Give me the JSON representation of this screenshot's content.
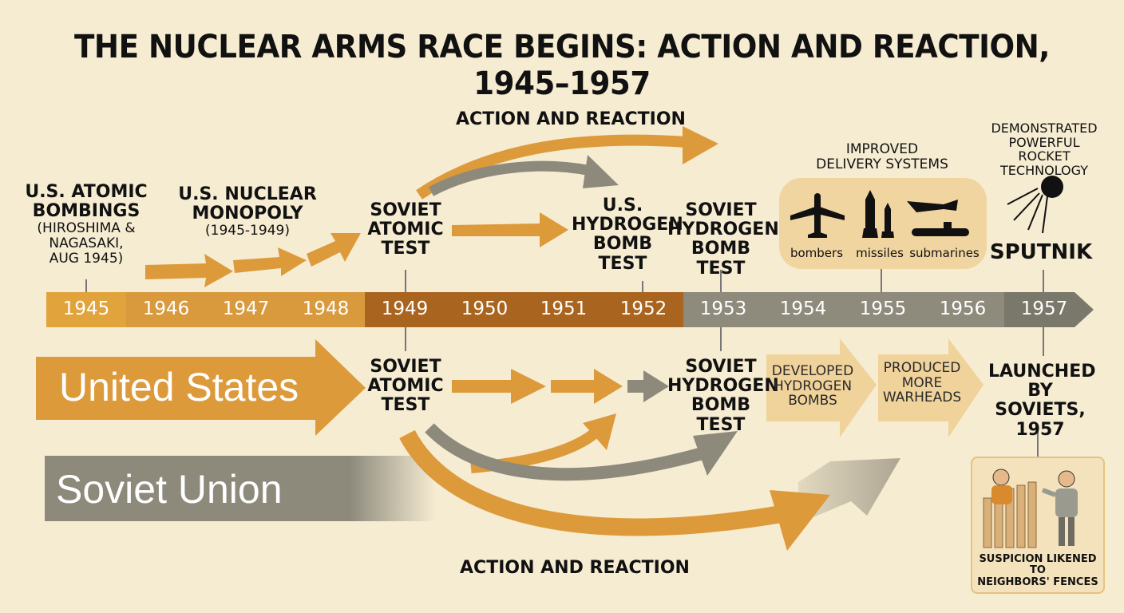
{
  "title": "THE NUCLEAR ARMS RACE BEGINS: ACTION AND REACTION, 1945–1957",
  "top_cycle_label": "ACTION AND REACTION",
  "bottom_cycle_label": "ACTION AND REACTION",
  "timeline": {
    "years": [
      "1945",
      "1946",
      "1947",
      "1948",
      "1949",
      "1950",
      "1951",
      "1952",
      "1953",
      "1954",
      "1955",
      "1956",
      "1957"
    ]
  },
  "lanes": {
    "us": "United States",
    "soviet": "Soviet Union"
  },
  "top_events": {
    "us_bombings": {
      "line1": "U.S. ATOMIC",
      "line2": "BOMBINGS",
      "sub1": "(HIROSHIMA &",
      "sub2": "NAGASAKI,",
      "sub3": "AUG 1945)"
    },
    "us_monopoly": {
      "line1": "U.S. NUCLEAR",
      "line2": "MONOPOLY",
      "sub": "(1945-1949)"
    },
    "soviet_atomic": {
      "line1": "SOVIET",
      "line2": "ATOMIC",
      "line3": "TEST"
    },
    "us_hydrogen": {
      "line1": "U.S.",
      "line2": "HYDROGEN",
      "line3": "BOMB",
      "line4": "TEST"
    },
    "soviet_hydrogen": {
      "line1": "SOVIET",
      "line2": "HYDROGEN",
      "line3": "BOMB TEST"
    },
    "delivery": {
      "line1": "IMPROVED",
      "line2": "DELIVERY SYSTEMS",
      "bombers": "bombers",
      "missiles": "missiles",
      "submarines": "submarines"
    },
    "rocket": {
      "line1": "DEMONSTRATED",
      "line2": "POWERFUL",
      "line3": "ROCKET TECHNOLOGY",
      "name": "SPUTNIK"
    }
  },
  "bottom_events": {
    "soviet_atomic": {
      "line1": "SOVIET",
      "line2": "ATOMIC",
      "line3": "TEST"
    },
    "soviet_hydrogen": {
      "line1": "SOVIET",
      "line2": "HYDROGEN",
      "line3": "BOMB TEST"
    },
    "developed": {
      "line1": "DEVELOPED",
      "line2": "HYDROGEN",
      "line3": "BOMBS"
    },
    "produced": {
      "line1": "PRODUCED",
      "line2": "MORE",
      "line3": "WARHEADS"
    },
    "launched": {
      "line1": "LAUNCHED",
      "line2": "BY SOVIETS,",
      "line3": "1957"
    },
    "suspicion": {
      "line1": "SUSPICION LIKENED TO",
      "line2": "NEIGHBORS' FENCES"
    }
  },
  "colors": {
    "background": "#f6ecd2",
    "us_orange": "#dd9a3a",
    "soviet_gray": "#8d8a7c",
    "timeline_dark": "#a9651f",
    "panel": "#f0d5a0"
  }
}
